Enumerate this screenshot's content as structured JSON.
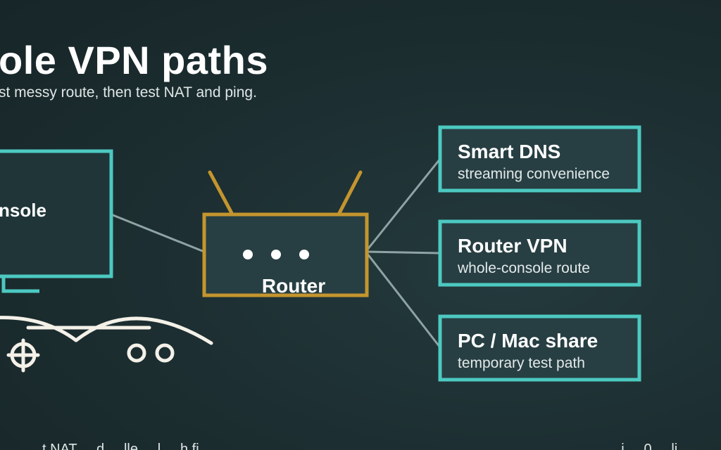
{
  "slide": {
    "title": "ole VPN paths",
    "subtitle": "st messy route, then test NAT and ping."
  },
  "console": {
    "label": "nsole"
  },
  "router": {
    "label": "Router"
  },
  "options": [
    {
      "title": "Smart DNS",
      "subtitle": "streaming convenience"
    },
    {
      "title": "Router VPN",
      "subtitle": "whole-console route"
    },
    {
      "title": "PC / Mac share",
      "subtitle": "temporary test path"
    }
  ],
  "footer": {
    "left": "t NAT ... d ... lle ... l ... h fi ...",
    "right": "... i ... 0 ... li ..."
  },
  "colors": {
    "accent_teal": "#4cc9c1",
    "router_gold": "#c4952e",
    "box_fill": "#273f43",
    "connector": "#8ea3a4",
    "background": "#1d2f32"
  }
}
